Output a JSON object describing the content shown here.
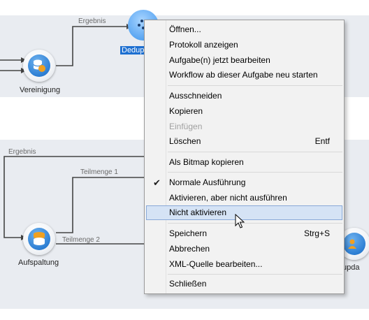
{
  "workflow": {
    "nodes": {
      "vereinigung": "Vereinigung",
      "aufspaltung": "Aufspaltung",
      "dedup": "Dedup",
      "update": "upda"
    },
    "edges": {
      "ergebnis_top": "Ergebnis",
      "ergebnis_left": "Ergebnis",
      "teilmenge1": "Teilmenge 1",
      "teilmenge2": "Teilmenge 2"
    }
  },
  "context_menu": {
    "open": "Öffnen...",
    "show_log": "Protokoll anzeigen",
    "edit_tasks": "Aufgabe(n) jetzt bearbeiten",
    "restart": "Workflow ab dieser Aufgabe neu starten",
    "cut": "Ausschneiden",
    "copy": "Kopieren",
    "paste": "Einfügen",
    "delete": "Löschen",
    "delete_shortcut": "Entf",
    "copy_bitmap": "Als Bitmap kopieren",
    "normal_exec": "Normale Ausführung",
    "activate_no_exec": "Aktivieren, aber nicht ausführen",
    "deactivate": "Nicht aktivieren",
    "save": "Speichern",
    "save_shortcut": "Strg+S",
    "cancel": "Abbrechen",
    "edit_xml": "XML-Quelle bearbeiten...",
    "close": "Schließen"
  },
  "colors": {
    "canvas_band": "#e9ecf1",
    "node_blue": "#2d7fd4",
    "node_orange": "#f0a020",
    "selection": "#1d6fd1",
    "menu_hover": "#d5e3f5"
  }
}
